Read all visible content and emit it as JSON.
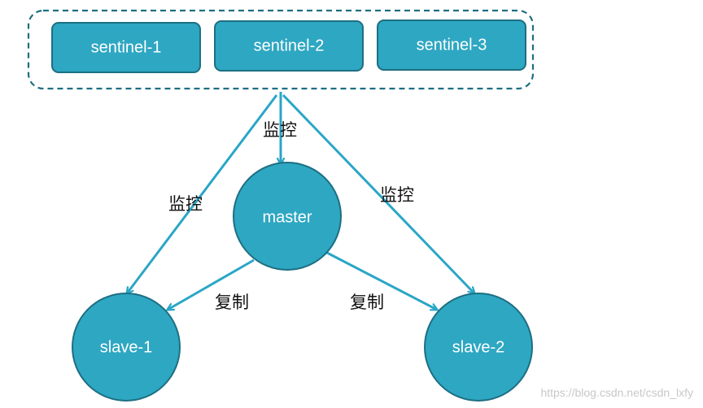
{
  "colors": {
    "node_fill": "#2ea7c2",
    "node_stroke": "#1d6f82",
    "arrow": "#2aa6c6",
    "group_border": "#1d6f82"
  },
  "nodes": {
    "sentinels": [
      "sentinel-1",
      "sentinel-2",
      "sentinel-3"
    ],
    "master": "master",
    "slaves": [
      "slave-1",
      "slave-2"
    ]
  },
  "edges": {
    "monitor_left": "监控",
    "monitor_center": "监控",
    "monitor_right": "监控",
    "replicate_left": "复制",
    "replicate_right": "复制"
  },
  "watermark": "https://blog.csdn.net/csdn_lxfy"
}
